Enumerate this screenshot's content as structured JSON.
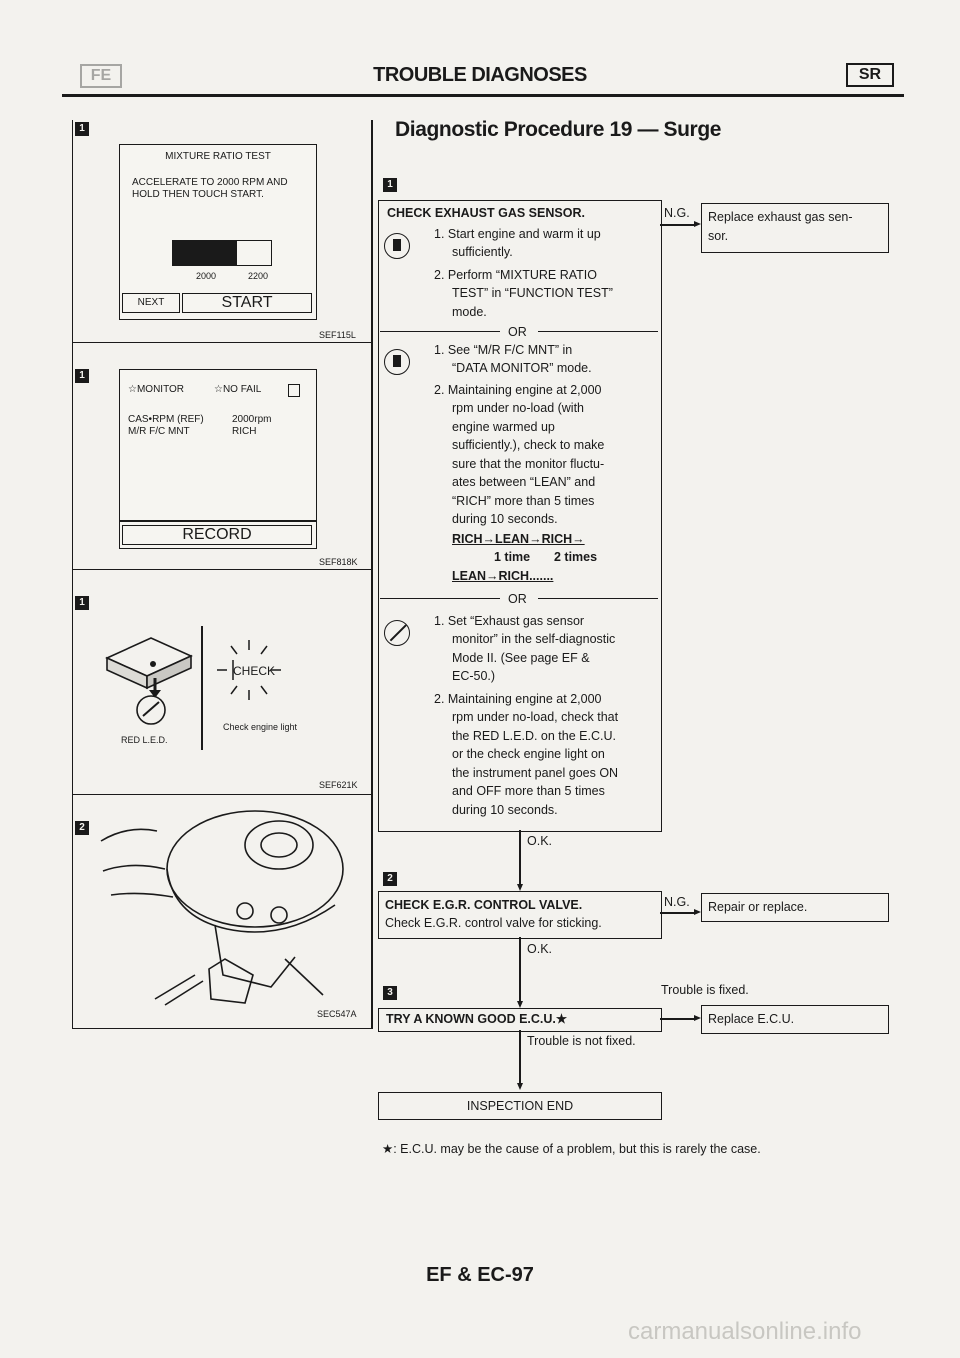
{
  "header": {
    "left_tag": "FE",
    "title": "TROUBLE DIAGNOSES",
    "right_tag": "SR"
  },
  "procedure": {
    "title": "Diagnostic Procedure 19 — Surge"
  },
  "panel1": {
    "badge": "1",
    "screen_title": "MIXTURE RATIO TEST",
    "instruction": "ACCELERATE TO 2000 RPM AND HOLD THEN TOUCH START.",
    "tick_a": "2000",
    "tick_b": "2200",
    "btn_next": "NEXT",
    "btn_start": "START",
    "code": "SEF115L"
  },
  "panel2": {
    "badge": "1",
    "monitor": "☆MONITOR",
    "nofail": "☆NO FAIL",
    "row1_label": "CAS•RPM (REF)",
    "row1_value": "2000rpm",
    "row2_label": "M/R F/C MNT",
    "row2_value": "RICH",
    "record": "RECORD",
    "code": "SEF818K"
  },
  "panel3": {
    "badge": "1",
    "red_led": "RED L.E.D.",
    "check_label": "CHECK",
    "check_light": "Check engine light",
    "code": "SEF621K"
  },
  "panel4": {
    "badge": "2",
    "code": "SEC547A"
  },
  "step1": {
    "badge": "1",
    "title": "CHECK EXHAUST GAS SENSOR.",
    "a1": "1. Start engine and warm it up",
    "a1b": "sufficiently.",
    "a2": "2. Perform “MIXTURE RATIO",
    "a2b": "TEST” in “FUNCTION TEST”",
    "a2c": "mode.",
    "or": "OR",
    "b1": "1. See “M/R F/C MNT” in",
    "b1b": "“DATA MONITOR” mode.",
    "b2": "2. Maintaining engine at 2,000",
    "b2b": "rpm under no-load (with",
    "b2c": "engine warmed up",
    "b2d": "sufficiently.), check to make",
    "b2e": "sure that the monitor fluctu-",
    "b2f": "ates between “LEAN” and",
    "b2g": "“RICH” more than 5 times",
    "b2h": "during 10 seconds.",
    "seq1": "RICH→LEAN→RICH→",
    "seq_t1": "1 time",
    "seq_t2": "2 times",
    "seq2": "LEAN→RICH.......",
    "c1": "1. Set “Exhaust gas sensor",
    "c1b": "monitor” in the self-diagnostic",
    "c1c": "Mode II. (See page EF &",
    "c1d": "EC-50.)",
    "c2": "2. Maintaining engine at 2,000",
    "c2b": "rpm under no-load, check that",
    "c2c": "the RED L.E.D. on the E.C.U.",
    "c2d": "or the check engine light on",
    "c2e": "the instrument panel goes ON",
    "c2f": "and OFF more than 5 times",
    "c2g": "during 10 seconds.",
    "ng": "N.G.",
    "ng_action_1": "Replace exhaust gas sen-",
    "ng_action_2": "sor.",
    "ok": "O.K."
  },
  "step2": {
    "badge": "2",
    "title": "CHECK E.G.R. CONTROL VALVE.",
    "text": "Check E.G.R. control valve for sticking.",
    "ng": "N.G.",
    "ng_action": "Repair or replace.",
    "ok": "O.K."
  },
  "step3": {
    "badge": "3",
    "title": "TRY A KNOWN GOOD E.C.U.★",
    "fixed": "Trouble is fixed.",
    "action": "Replace E.C.U.",
    "not_fixed": "Trouble is not fixed."
  },
  "end": {
    "label": "INSPECTION END"
  },
  "footnote": "★: E.C.U. may be the cause of a problem, but this is rarely the case.",
  "page_number": "EF & EC-97",
  "watermark": "carmanualsonline.info"
}
